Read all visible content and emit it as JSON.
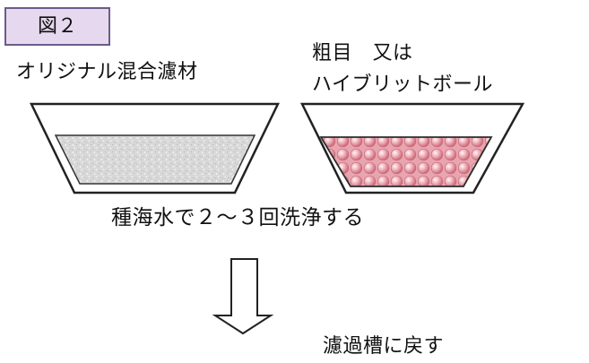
{
  "figure": {
    "label": "図２"
  },
  "left_container": {
    "label": "オリジナル混合濾材"
  },
  "right_container": {
    "label_line1": "粗目　又は",
    "label_line2": "ハイブリットボール"
  },
  "instruction": {
    "wash": "種海水で２～３回洗浄する",
    "return": "濾過槽に戻す"
  },
  "colors": {
    "figure_label_fill": "#e6d9ef",
    "figure_label_border": "#6a5c88",
    "mixed_filter_media": "#d8d8d8",
    "hybrid_balls": "#d87786"
  },
  "icons": {
    "direction": "down-arrow-outline"
  }
}
